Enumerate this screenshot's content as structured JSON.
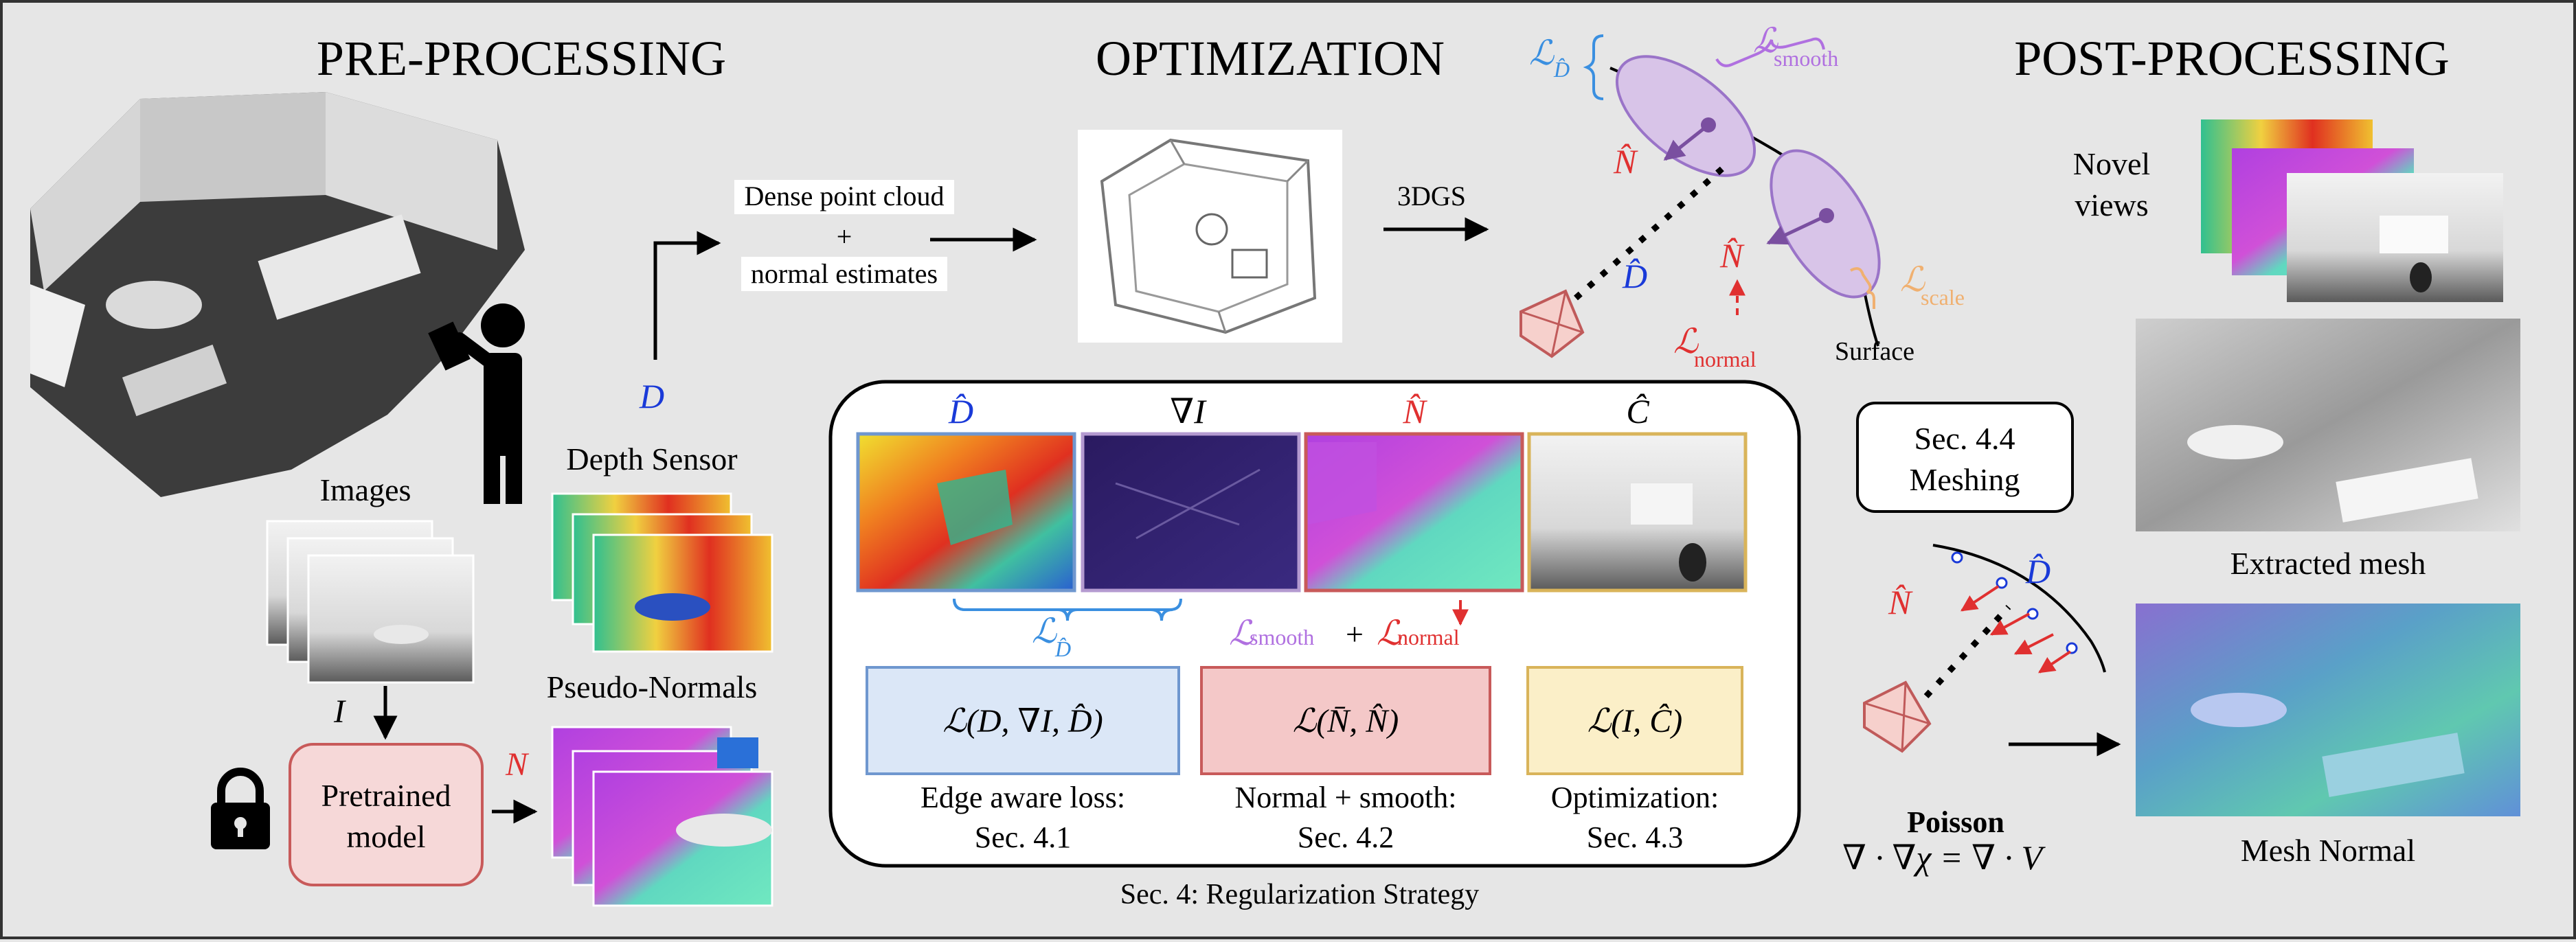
{
  "sections": {
    "pre": "PRE-PROCESSING",
    "opt": "OPTIMIZATION",
    "post": "POST-PROCESSING"
  },
  "pre": {
    "images_label": "Images",
    "i_label": "I",
    "pretrained_line1": "Pretrained",
    "pretrained_line2": "model",
    "n_label": "N",
    "depth_sensor": "Depth Sensor",
    "pseudo_normals": "Pseudo-Normals",
    "d_label": "D"
  },
  "opt": {
    "dense_line1": "Dense point cloud",
    "plus": "+",
    "dense_line2": "normal estimates",
    "gs_label": "3DGS",
    "surface": "Surface",
    "loss_d": "ℒ",
    "loss_d_sub": "D̂",
    "loss_smooth": "ℒ",
    "loss_smooth_sub": "smooth",
    "loss_scale": "ℒ",
    "loss_scale_sub": "scale",
    "loss_normal": "ℒ",
    "loss_normal_sub": "normal",
    "n_hat": "N̂",
    "d_hat": "D̂"
  },
  "reg": {
    "col_dhat": "D̂",
    "col_grad": "∇I",
    "col_nhat": "N̂",
    "col_chat": "Ĉ",
    "brace_label": "ℒ",
    "brace_sub": "D̂",
    "smooth_label": "ℒ",
    "smooth_sub": "smooth",
    "plus": "+",
    "normal_label": "ℒ",
    "normal_sub": "normal",
    "box1": "ℒ(D, ∇I, D̂)",
    "box2": "ℒ(N̄, N̂)",
    "box3": "ℒ(I, Ĉ)",
    "cap1_line1": "Edge aware loss:",
    "cap1_line2": "Sec. 4.1",
    "cap2_line1": "Normal + smooth:",
    "cap2_line2": "Sec. 4.2",
    "cap3_line1": "Optimization:",
    "cap3_line2": "Sec. 4.3",
    "caption": "Sec. 4: Regularization Strategy"
  },
  "post": {
    "novel_line1": "Novel",
    "novel_line2": "views",
    "meshing_line1": "Sec. 4.4",
    "meshing_line2": "Meshing",
    "extracted_mesh": "Extracted mesh",
    "mesh_normal": "Mesh Normal",
    "poisson": "Poisson",
    "poisson_eq": "∇ · ∇χ = ∇ · V⃗",
    "n_hat": "N̂",
    "d_hat": "D̂"
  },
  "colors": {
    "blue_loss": "#3a8fe0",
    "purple": "#b070e0",
    "red": "#e03030",
    "orange": "#f0b070",
    "box_blue_fill": "#dbe7f7",
    "box_blue_stroke": "#6f97cf",
    "box_red_fill": "#f4c8c8",
    "box_red_stroke": "#c85a5a",
    "box_yellow_fill": "#fbefc8",
    "box_yellow_stroke": "#d9b45a",
    "dhat_blue": "#1a3ad8"
  }
}
